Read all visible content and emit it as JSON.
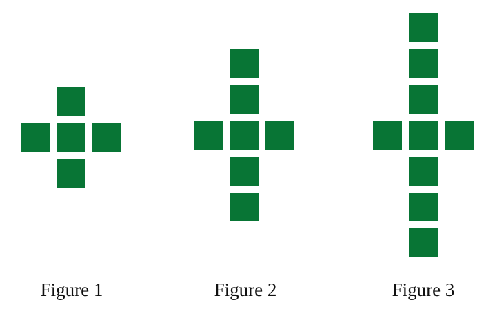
{
  "colors": {
    "square": "#087535",
    "background": "#ffffff",
    "text": "#111111"
  },
  "figures": [
    {
      "label": "Figure 1",
      "arms_above": 1,
      "arms_below": 1,
      "arms_left": 1,
      "arms_right": 1
    },
    {
      "label": "Figure 2",
      "arms_above": 2,
      "arms_below": 2,
      "arms_left": 1,
      "arms_right": 1
    },
    {
      "label": "Figure 3",
      "arms_above": 3,
      "arms_below": 3,
      "arms_left": 1,
      "arms_right": 1
    }
  ]
}
